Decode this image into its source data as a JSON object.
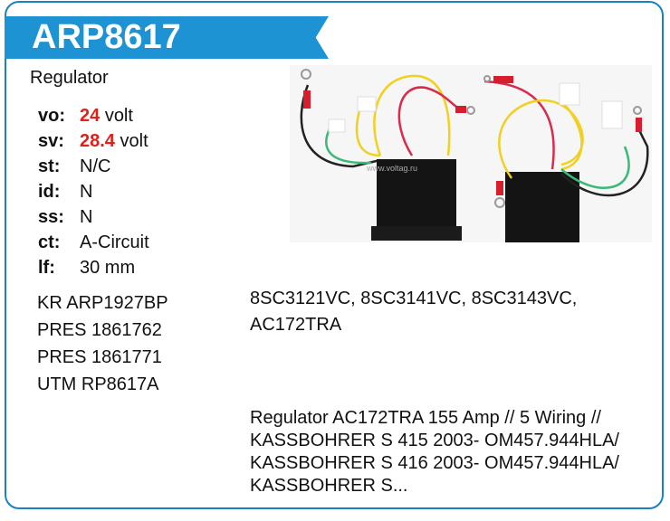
{
  "header": {
    "title": "ARP8617"
  },
  "category": "Regulator",
  "specs": [
    {
      "label": "vo:",
      "value": "24",
      "unit": "volt",
      "highlight": true
    },
    {
      "label": "sv:",
      "value": "28.4",
      "unit": "volt",
      "highlight": true
    },
    {
      "label": "st:",
      "value": "N/C"
    },
    {
      "label": "id:",
      "value": "N"
    },
    {
      "label": "ss:",
      "value": "N"
    },
    {
      "label": "ct:",
      "value": "A-Circuit"
    },
    {
      "label": "lf:",
      "value": "30 mm"
    }
  ],
  "cross_refs": [
    "KR ARP1927BP",
    "PRES 1861762",
    "PRES 1861771",
    "UTM RP8617A"
  ],
  "oem_numbers": "8SC3121VC, 8SC3141VC, 8SC3143VC, AC172TRA",
  "description": "Regulator AC172TRA 155 Amp // 5 Wiring // KASSBOHRER S 415 2003- OM457.944HLA/ KASSBOHRER S 416 2003- OM457.944HLA/ KASSBOHRER S...",
  "photo": {
    "watermark": "www.voltag.ru"
  },
  "colors": {
    "accent": "#1e93d3",
    "border": "#1b80c4",
    "highlight": "#e0201b"
  }
}
